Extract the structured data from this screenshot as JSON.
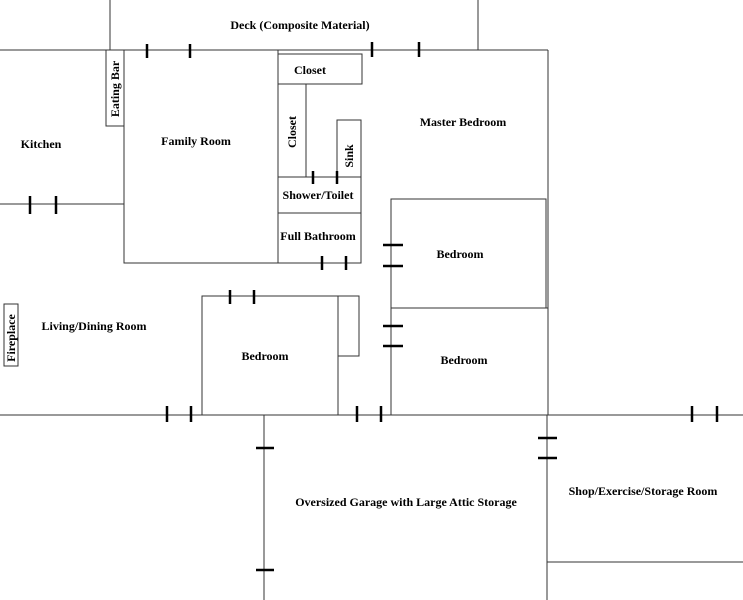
{
  "rooms": {
    "deck": "Deck (Composite Material)",
    "closet_top": "Closet",
    "closet_side": "Closet",
    "eating_bar": "Eating Bar",
    "kitchen": "Kitchen",
    "family_room": "Family Room",
    "master_bedroom": "Master Bedroom",
    "sink": "Sink",
    "shower_toilet": "Shower/Toilet",
    "full_bathroom": "Full Bathroom",
    "bedroom_right_upper": "Bedroom",
    "bedroom_center": "Bedroom",
    "bedroom_right_lower": "Bedroom",
    "fireplace": "Fireplace",
    "living_dining": "Living/Dining Room",
    "garage": "Oversized Garage with Large Attic Storage",
    "shop": "Shop/Exercise/Storage Room"
  }
}
